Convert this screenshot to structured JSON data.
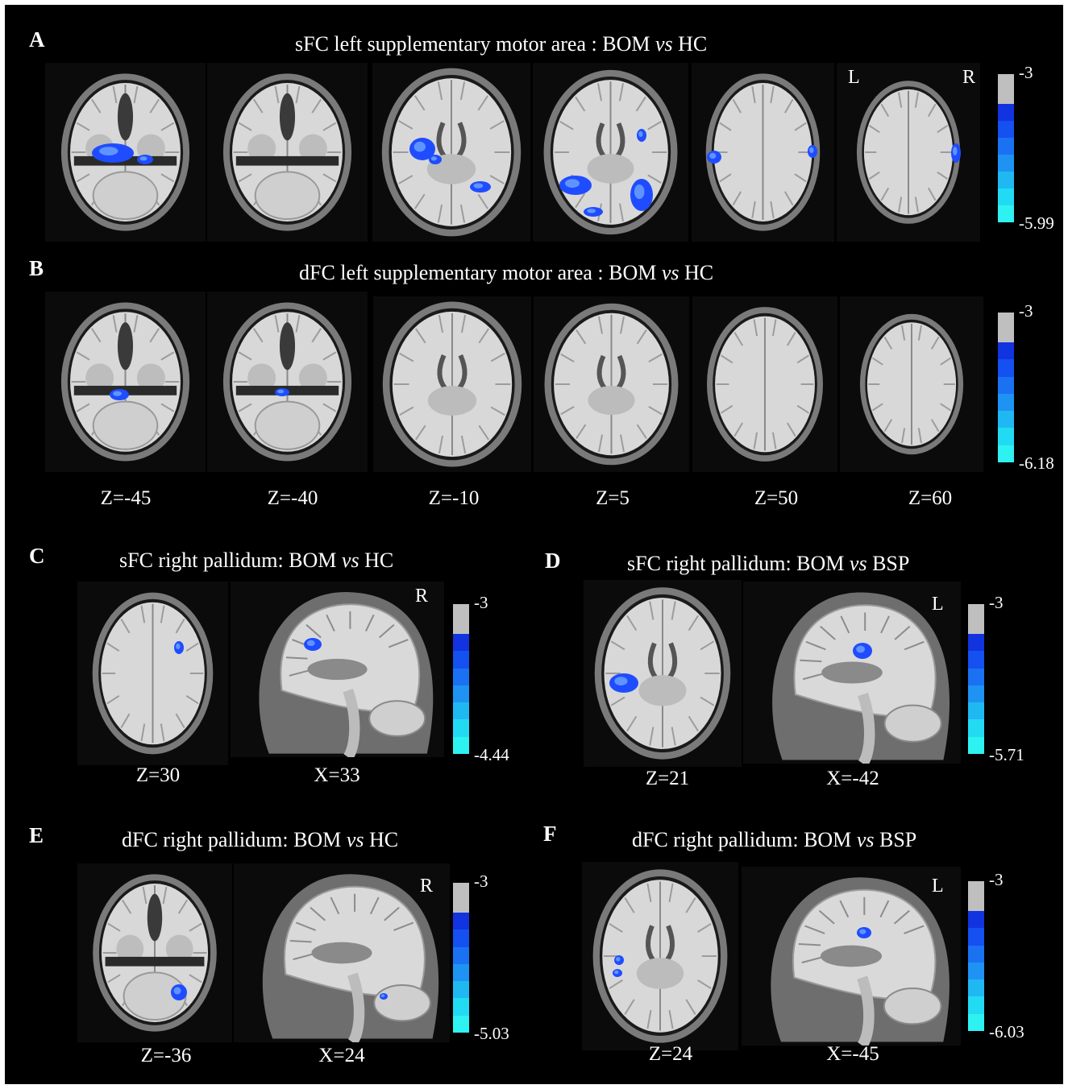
{
  "panels": {
    "A": {
      "label": "A",
      "title_pre": "sFC left supplementary motor area : BOM ",
      "title_vs": "vs",
      "title_post": " HC",
      "orient_left": "L",
      "orient_right": "R",
      "cbar_max": "-3",
      "cbar_min": "-5.99"
    },
    "B": {
      "label": "B",
      "title_pre": "dFC left supplementary motor area : BOM ",
      "title_vs": "vs",
      "title_post": " HC",
      "cbar_max": "-3",
      "cbar_min": "-6.18",
      "slices": [
        "Z=-45",
        "Z=-40",
        "Z=-10",
        "Z=5",
        "Z=50",
        "Z=60"
      ]
    },
    "C": {
      "label": "C",
      "title_pre": "sFC right pallidum: BOM ",
      "title_vs": "vs",
      "title_post": " HC",
      "orient": "R",
      "cbar_max": "-3",
      "cbar_min": "-4.44",
      "slices": [
        "Z=30",
        "X=33"
      ]
    },
    "D": {
      "label": "D",
      "title_pre": "sFC right pallidum: BOM ",
      "title_vs": "vs",
      "title_post": " BSP",
      "orient": "L",
      "cbar_max": "-3",
      "cbar_min": "-5.71",
      "slices": [
        "Z=21",
        "X=-42"
      ]
    },
    "E": {
      "label": "E",
      "title_pre": "dFC right pallidum: BOM ",
      "title_vs": "vs",
      "title_post": " HC",
      "orient": "R",
      "cbar_max": "-3",
      "cbar_min": "-5.03",
      "slices": [
        "Z=-36",
        "X=24"
      ]
    },
    "F": {
      "label": "F",
      "title_pre": "dFC right pallidum: BOM ",
      "title_vs": "vs",
      "title_post": " BSP",
      "orient": "L",
      "cbar_max": "-3",
      "cbar_min": "-6.03",
      "slices": [
        "Z=24",
        "X=-45"
      ]
    }
  },
  "colors": {
    "background": "#000000",
    "text": "#ffffff",
    "colorbar": [
      "#bfbfbf",
      "#1233e0",
      "#1550f0",
      "#1a72f2",
      "#1e93f3",
      "#1fb8f3",
      "#22dbf3",
      "#2ef2f2"
    ],
    "cluster": "#1f4cff"
  }
}
